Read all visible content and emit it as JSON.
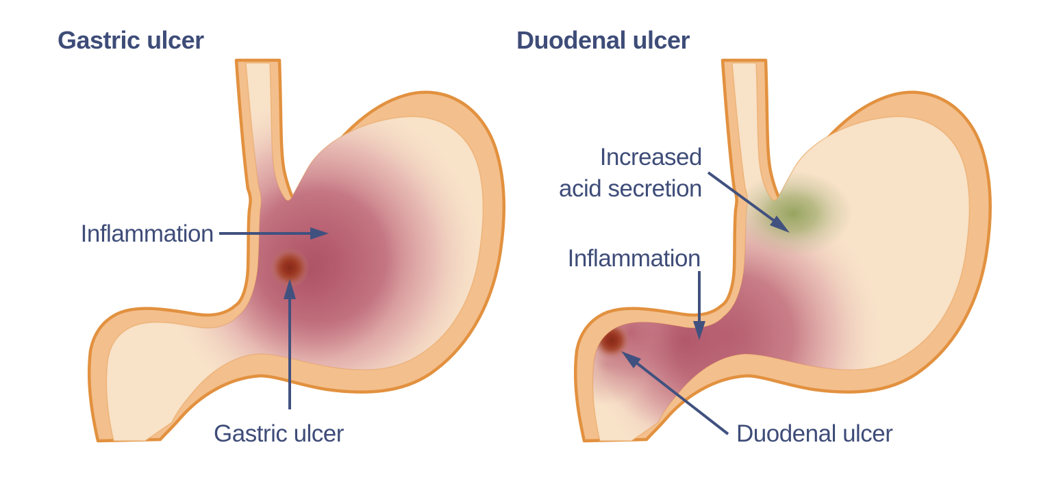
{
  "diagram": {
    "left": {
      "title": "Gastric ulcer",
      "inflammation": "Inflammation",
      "ulcer": "Gastric ulcer"
    },
    "right": {
      "title": "Duodenal ulcer",
      "acid_line1": "Increased",
      "acid_line2": "acid secretion",
      "inflammation": "Inflammation",
      "ulcer": "Duodenal ulcer"
    }
  },
  "colors": {
    "background": "#ffffff",
    "text": "#3e4c78",
    "arrow": "#41517f",
    "wall": "#f3bf8d",
    "wall-outline": "#e2913f",
    "lining": "#f8e2c8",
    "inflammation": "#b4596c",
    "inflammation-core": "#aa4e62",
    "ulcer": "#8f2e1d",
    "acid": "#8c9e54"
  }
}
